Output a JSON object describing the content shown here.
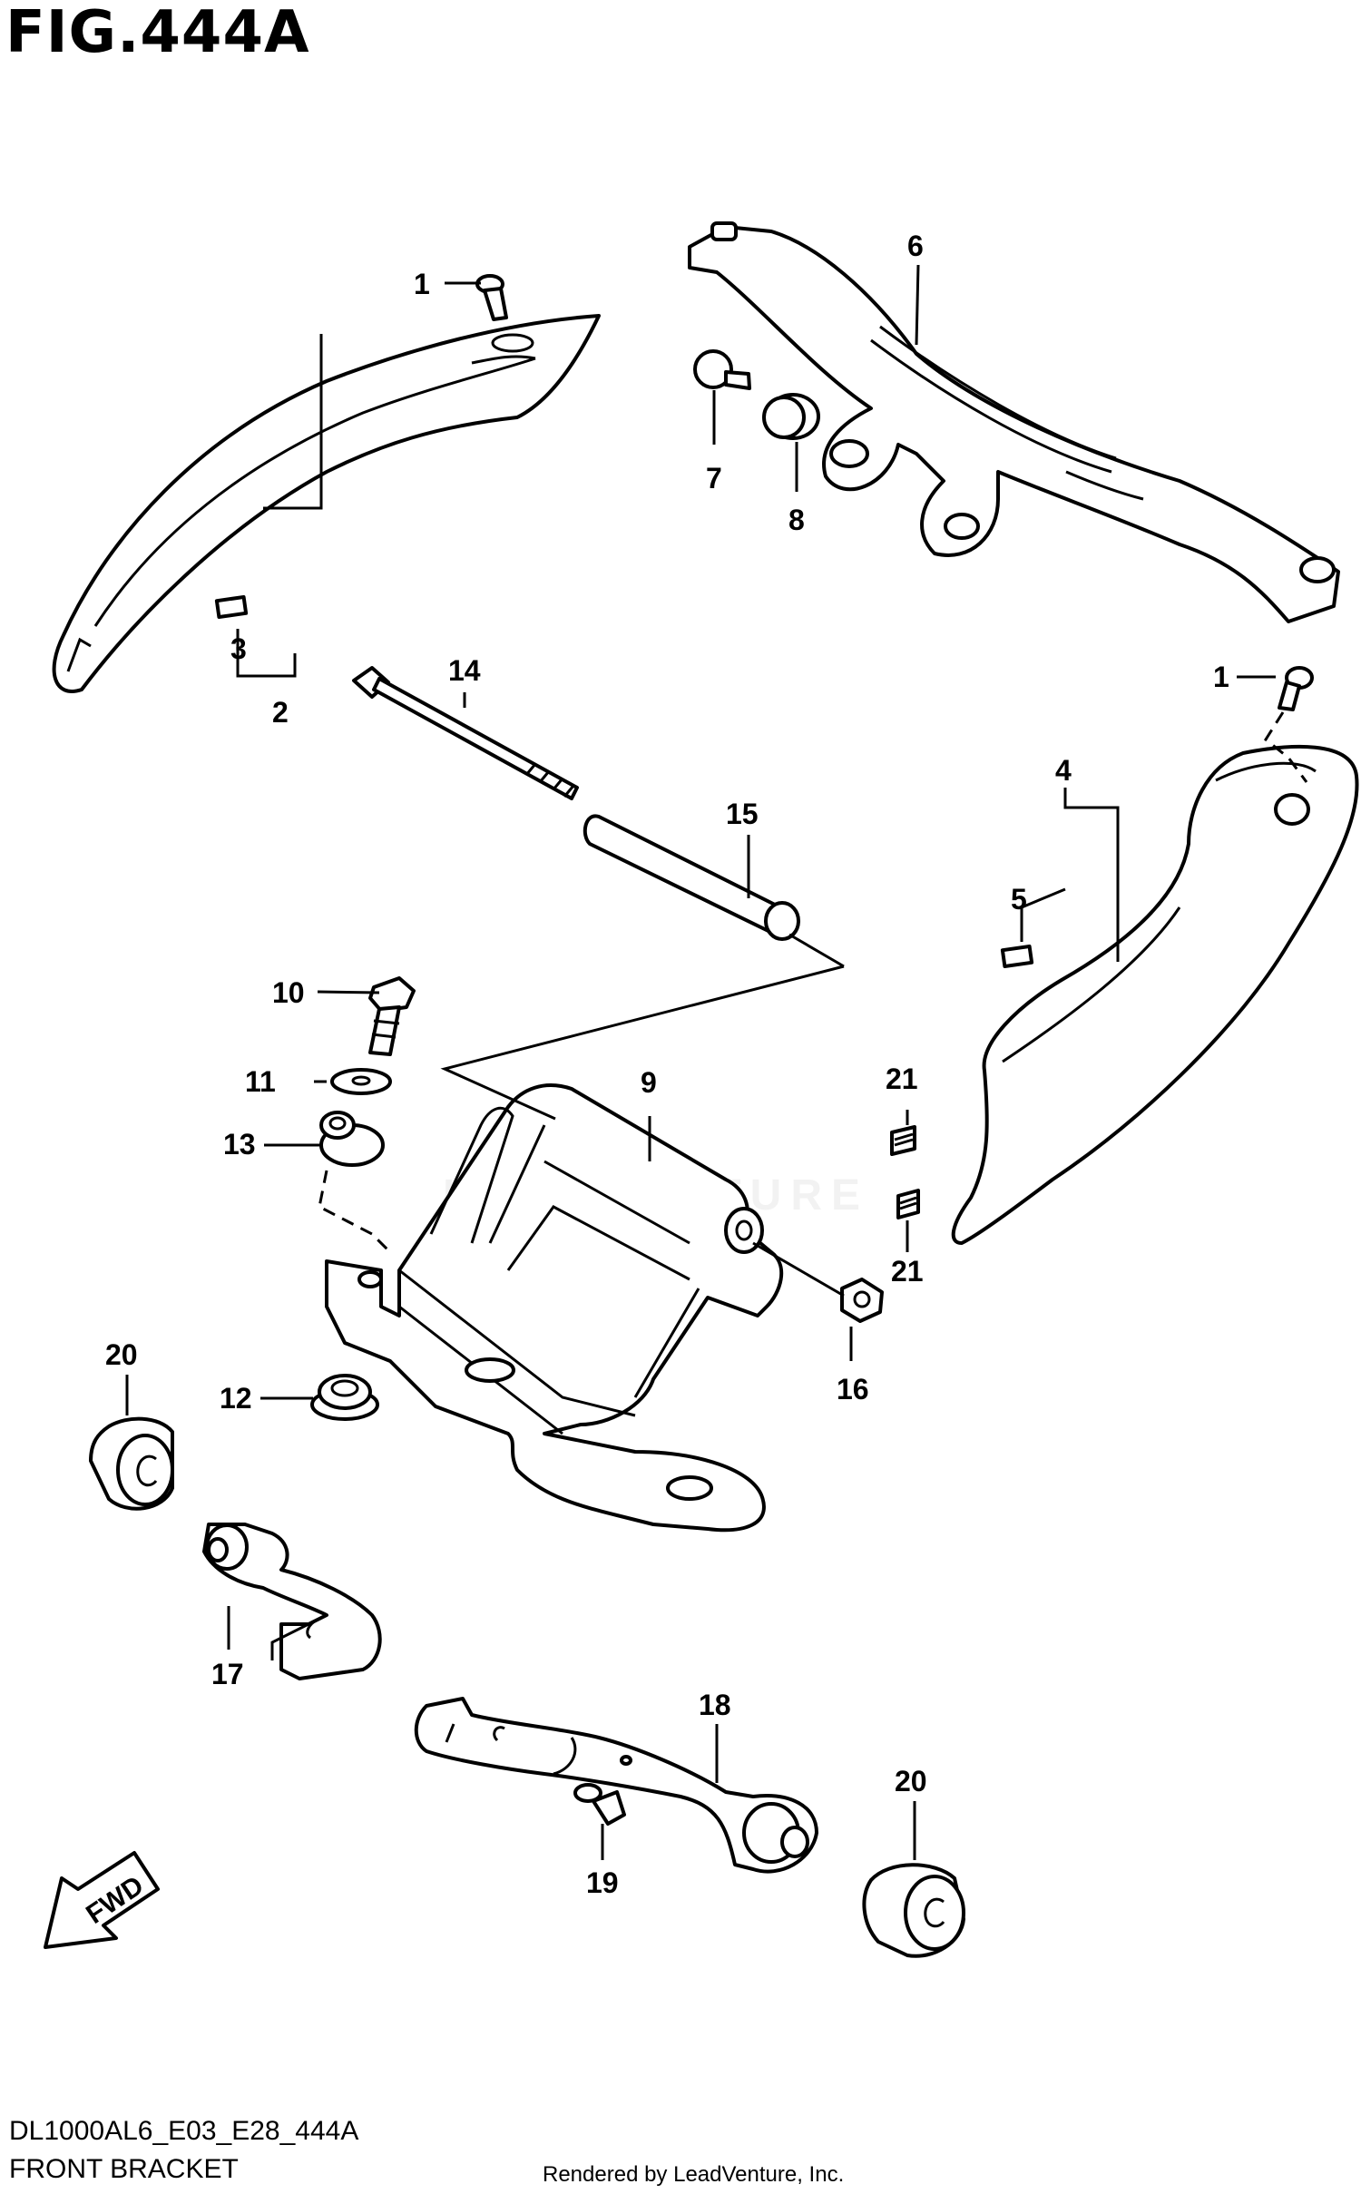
{
  "figure": {
    "title": "FIG.444A",
    "diagram_code": "DL1000AL6_E03_E28_444A",
    "name": "FRONT BRACKET",
    "credit": "Rendered by LeadVenture, Inc.",
    "watermark": "LEADVENTURE"
  },
  "callouts": [
    "1",
    "2",
    "3",
    "6",
    "7",
    "8",
    "14",
    "1",
    "4",
    "5",
    "15",
    "10",
    "11",
    "9",
    "21",
    "13",
    "21",
    "20",
    "12",
    "16",
    "17",
    "18",
    "20",
    "19"
  ],
  "direction_label": "FWD",
  "colors": {
    "line": "#000000",
    "background": "#ffffff"
  }
}
